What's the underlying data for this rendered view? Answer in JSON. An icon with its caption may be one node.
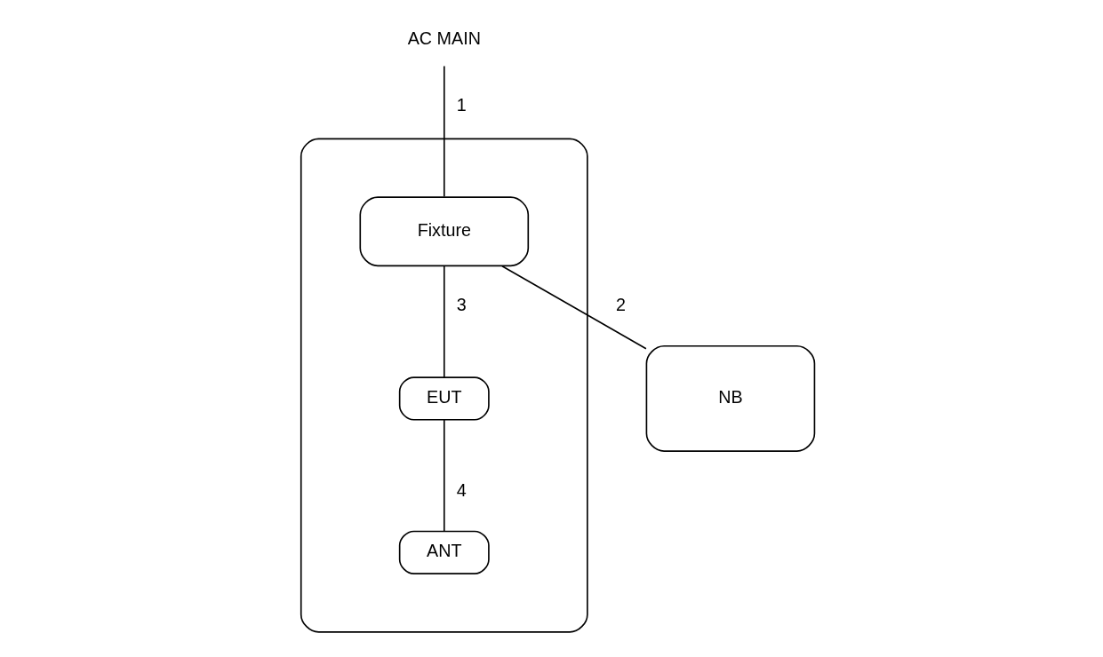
{
  "diagram": {
    "nodes": [
      {
        "text": [
          "AC MAIN"
        ]
      },
      {
        "text": [],
        "shape": "box"
      },
      {
        "text": [
          "Fixture"
        ],
        "in": 1
      },
      {
        "text": [
          "EUT"
        ],
        "in": 1
      },
      {
        "text": [
          "ANT"
        ],
        "in": 1
      },
      {
        "text": [
          "NB"
        ]
      }
    ],
    "edges": [
      {
        "from": 0,
        "to": 2,
        "arrow": "none",
        "label": "1"
      },
      {
        "from": 2,
        "to": 5,
        "arrow": "none",
        "label": "2"
      },
      {
        "from": 2,
        "to": 3,
        "arrow": "none",
        "label": "3"
      },
      {
        "from": 3,
        "to": 4,
        "arrow": "none",
        "label": "4"
      }
    ]
  }
}
